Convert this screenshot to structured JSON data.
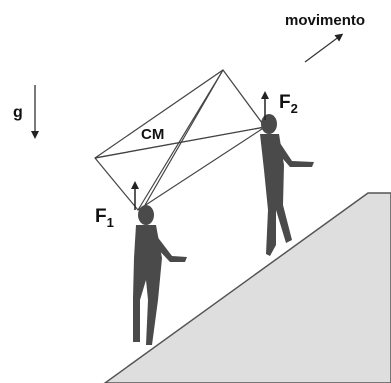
{
  "labels": {
    "movement": "movimento",
    "gravity": "g",
    "center_of_mass": "CM",
    "force1_base": "F",
    "force1_sub": "1",
    "force2_base": "F",
    "force2_sub": "2"
  },
  "colors": {
    "ramp_fill": "#dedede",
    "ramp_stroke": "#555555",
    "person_fill": "#4a4a4a",
    "lines": "#444444",
    "text": "#111111"
  }
}
